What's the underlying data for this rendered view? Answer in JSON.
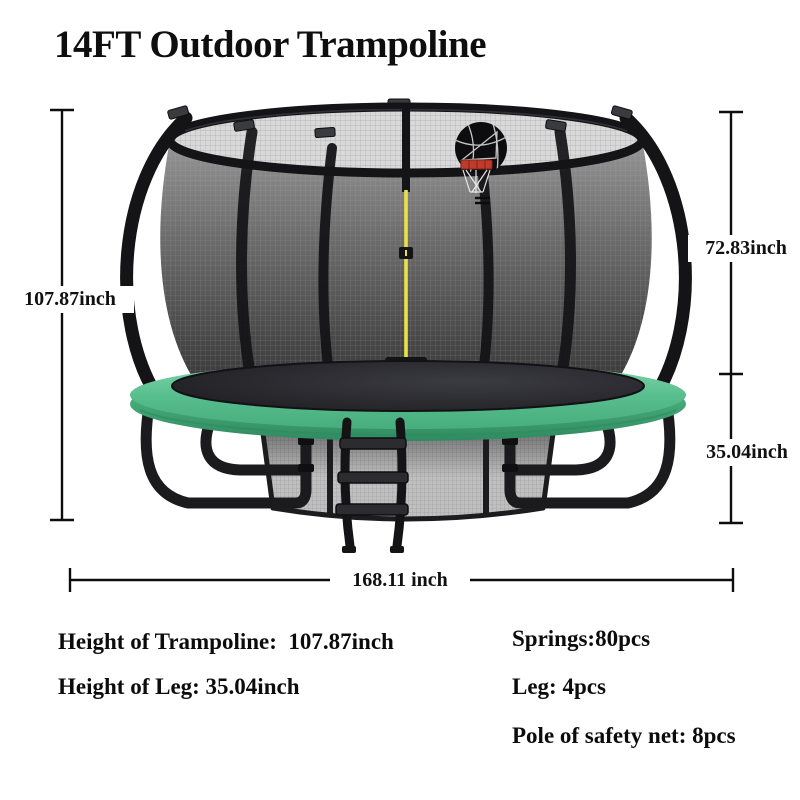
{
  "title": "14FT Outdoor Trampoline",
  "dims": {
    "total_height": "107.87inch",
    "net_height": "72.83inch",
    "leg_height": "35.04inch",
    "total_width": "168.11 inch"
  },
  "specs": {
    "left": [
      "Height of Trampoline:  107.87inch",
      "Height of Leg: 35.04inch"
    ],
    "right": [
      "Springs:80pcs",
      "Leg: 4pcs",
      "Pole of safety net: 8pcs"
    ]
  },
  "illustration": {
    "icons": [
      "basketball-hoop-icon",
      "ladder-icon",
      "zipper-icon"
    ],
    "colors": {
      "pad_green": "#55BD8C",
      "pad_green_dark": "#369567",
      "frame_black": "#17171A",
      "net_gray": "#6D6D6D",
      "zipper_yellow": "#E8E344",
      "hoop_red": "#BF3A2B",
      "mat_black": "#1E1E22"
    }
  }
}
